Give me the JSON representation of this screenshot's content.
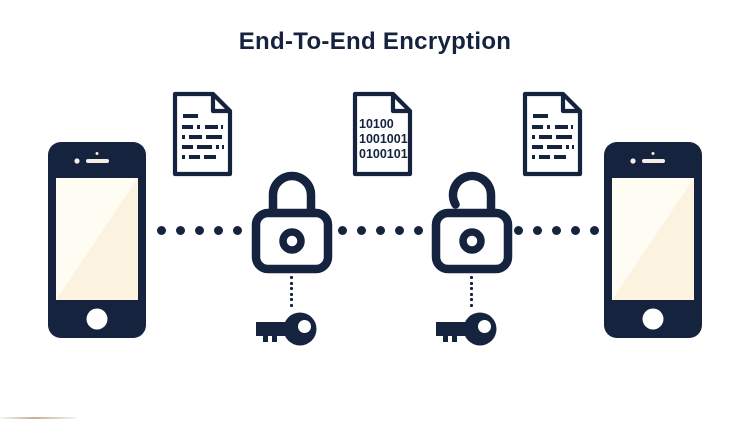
{
  "title": "End-To-End Encryption",
  "colors": {
    "ink_navy": "#16233E",
    "screen_cream": "#FBF2DF",
    "screen_highlight": "#FFFCF4",
    "device_detail_cream": "#F6EFE1",
    "background": "#FFFFFF",
    "bottom_edge_strip": "#C9B89D"
  },
  "flow": {
    "sender_device": {
      "icon": "smartphone-icon"
    },
    "plain_document_sender": {
      "icon": "text-document-icon"
    },
    "encryption_lock": {
      "icon": "padlock-locked-icon"
    },
    "encryption_key": {
      "icon": "key-icon"
    },
    "encrypted_document": {
      "icon": "binary-document-icon",
      "lines": [
        "10100",
        "1001001",
        "0100101"
      ]
    },
    "decryption_lock": {
      "icon": "padlock-unlocked-icon"
    },
    "decryption_key": {
      "icon": "key-icon"
    },
    "plain_document_receiver": {
      "icon": "text-document-icon"
    },
    "receiver_device": {
      "icon": "smartphone-icon"
    }
  }
}
